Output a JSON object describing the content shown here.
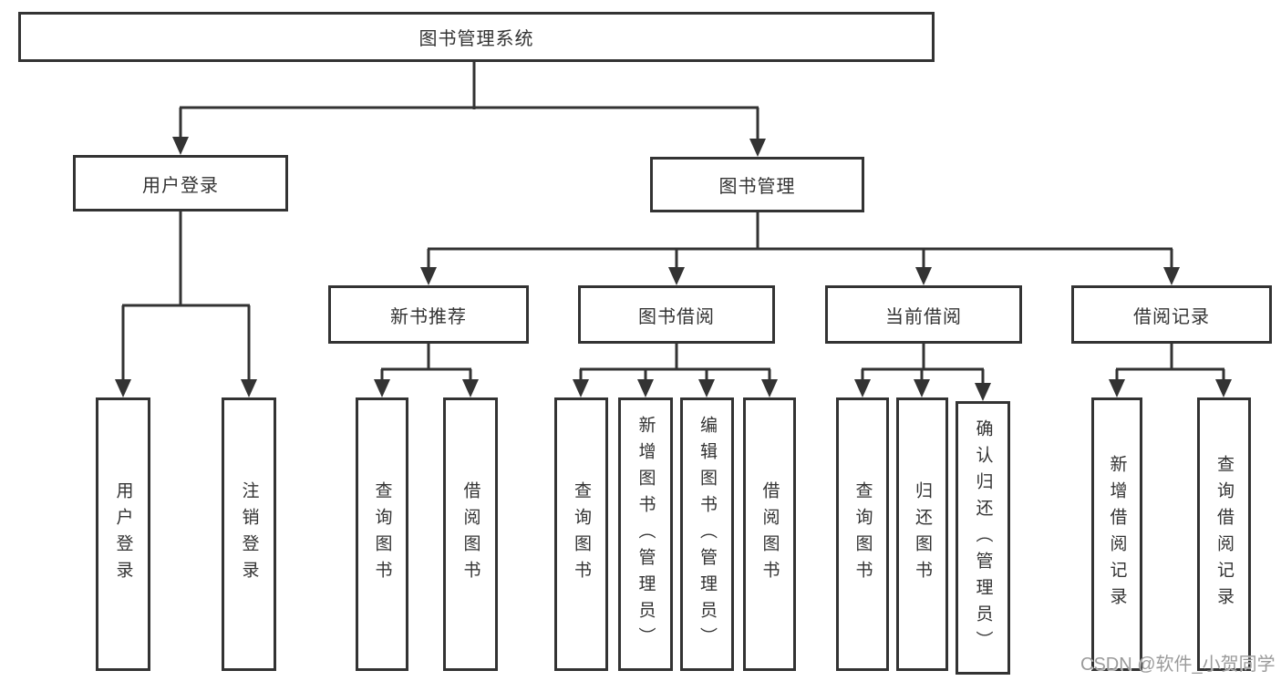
{
  "page": {
    "background": "#ffffff"
  },
  "colors": {
    "line": "#333333",
    "text": "#333333",
    "box_background": "#ffffff",
    "watermark": "#9b9b9b"
  },
  "watermark": "CSDN @软件_小贺同学",
  "diagram": {
    "root": "图书管理系统",
    "branches": [
      {
        "label": "用户登录",
        "leaves": [
          "用户登录",
          "注销登录"
        ]
      },
      {
        "label": "图书管理",
        "groups": [
          {
            "label": "新书推荐",
            "leaves": [
              "查询图书",
              "借阅图书"
            ]
          },
          {
            "label": "图书借阅",
            "leaves": [
              "查询图书",
              "新增图书（管理员）",
              "编辑图书（管理员）",
              "借阅图书"
            ]
          },
          {
            "label": "当前借阅",
            "leaves": [
              "查询图书",
              "归还图书",
              "确认归还（管理员）"
            ]
          },
          {
            "label": "借阅记录",
            "leaves": [
              "新增借阅记录",
              "查询借阅记录"
            ]
          }
        ]
      }
    ]
  }
}
